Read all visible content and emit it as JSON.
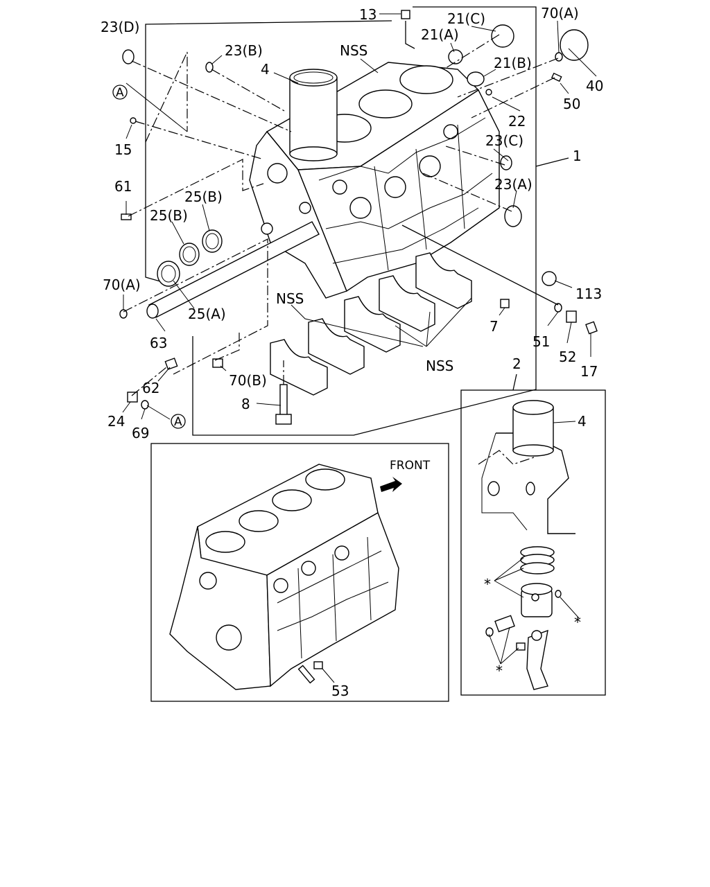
{
  "labels": {
    "p13": "13",
    "p21c": "21(C)",
    "p70a_top": "70(A)",
    "p23d": "23(D)",
    "p23b": "23(B)",
    "nss_top": "NSS",
    "p21a": "21(A)",
    "p21b": "21(B)",
    "p40": "40",
    "p4": "4",
    "p50": "50",
    "circle_a_top": "A",
    "p22": "22",
    "p15": "15",
    "p23c": "23(C)",
    "p1": "1",
    "p61": "61",
    "p23a": "23(A)",
    "p25b_1": "25(B)",
    "p25b_2": "25(B)",
    "p70a_left": "70(A)",
    "p113": "113",
    "nss_mid": "NSS",
    "p25a": "25(A)",
    "p7": "7",
    "p63": "63",
    "p51": "51",
    "p52": "52",
    "nss_bottom": "NSS",
    "p17": "17",
    "p2": "2",
    "p70b": "70(B)",
    "p62": "62",
    "p4_box": "4",
    "p8": "8",
    "p24": "24",
    "p69": "69",
    "circle_a_bottom": "A",
    "front": "FRONT",
    "p53": "53",
    "asterisk_1": "*",
    "asterisk_2": "*",
    "asterisk_3": "*"
  }
}
